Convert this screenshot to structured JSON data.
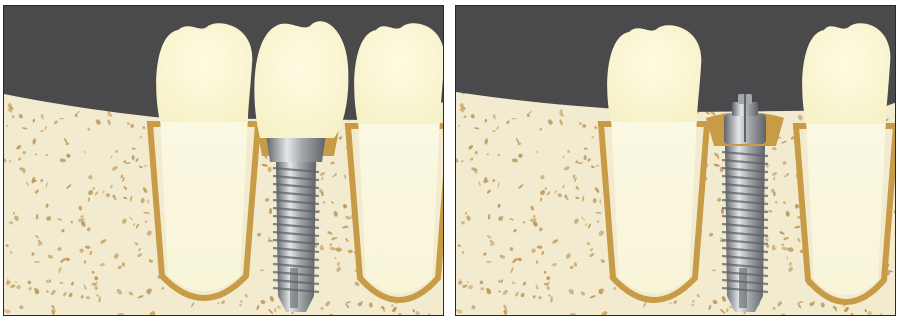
{
  "colors": {
    "frame_border": "#2a2a2a",
    "gum_background": "#4a4a4c",
    "bone": "#f3ebcf",
    "bone_speckle": "#c19a5c",
    "socket_outline": "#c89b47",
    "tooth_crown": "#f6f1c6",
    "tooth_root": "#f8f5d8",
    "implant_metal_light": "#e4e6e8",
    "implant_metal_mid": "#a4a8ad",
    "implant_metal_dark": "#5f6368"
  },
  "panels": [
    {
      "id": "left",
      "description_icon": "implant-with-crown",
      "teeth": [
        "natural-left",
        "implant-crown",
        "natural-right"
      ],
      "abutment": "cuff",
      "crown_on_implant": true
    },
    {
      "id": "right",
      "description_icon": "implant-healing-cap",
      "teeth": [
        "natural-left",
        "natural-right"
      ],
      "abutment": "healing-screw",
      "crown_on_implant": false
    }
  ]
}
